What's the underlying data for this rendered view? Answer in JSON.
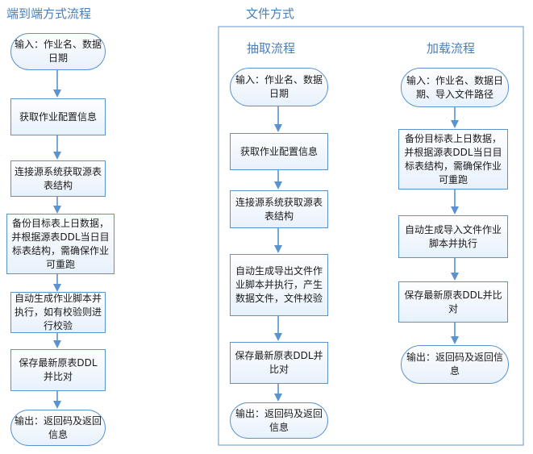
{
  "left": {
    "title": "端到端方式流程",
    "steps": [
      "输入：作业名、数据日期",
      "获取作业配置信息",
      "连接源系统获取源表表结构",
      "备份目标表上日数据，并根据源表DDL当日目标表结构，需确保作业可重跑",
      "自动生成作业脚本并执行，如有校验则进行校验",
      "保存最新原表DDL并比对",
      "输出：返回码及返回信息"
    ]
  },
  "file": {
    "title": "文件方式",
    "extract": {
      "title": "抽取流程",
      "steps": [
        "输入：作业名、数据日期",
        "获取作业配置信息",
        "连接源系统获取源表表结构",
        "自动生成导出文件作业脚本并执行，产生数据文件，文件校验",
        "保存最新原表DDL并比对",
        "输出：返回码及返回信息"
      ]
    },
    "load": {
      "title": "加载流程",
      "steps": [
        "输入：作业名、数据日期、导入文件路径",
        "备份目标表上日数据，并根据源表DDL当日目标表结构，需确保作业可重跑",
        "自动生成导入文件作业脚本并执行",
        "保存最新原表DDL并比对",
        "输出：返回码及返回信息"
      ]
    }
  },
  "colors": {
    "accent": "#5b93cf",
    "title": "#4a7fb8"
  }
}
